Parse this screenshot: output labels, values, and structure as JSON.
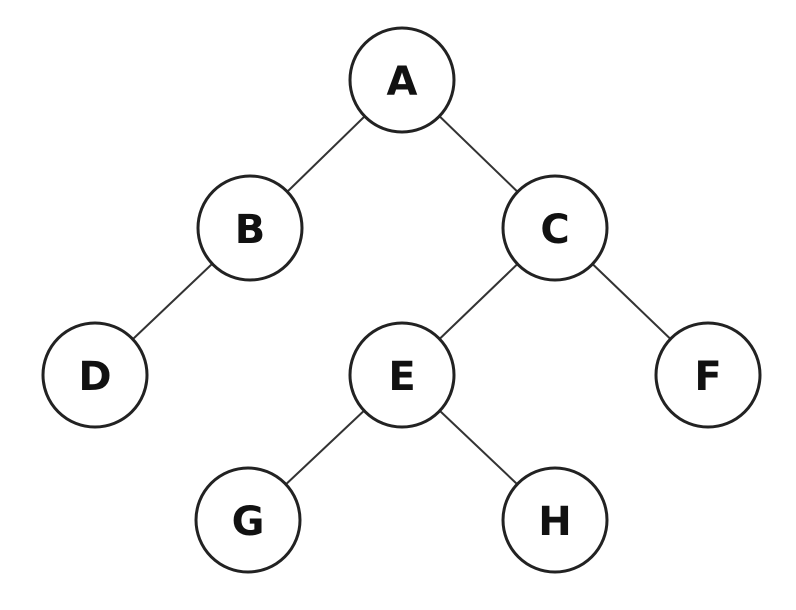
{
  "tree": {
    "nodes": [
      {
        "id": "A",
        "label": "A"
      },
      {
        "id": "B",
        "label": "B"
      },
      {
        "id": "C",
        "label": "C"
      },
      {
        "id": "D",
        "label": "D"
      },
      {
        "id": "E",
        "label": "E"
      },
      {
        "id": "F",
        "label": "F"
      },
      {
        "id": "G",
        "label": "G"
      },
      {
        "id": "H",
        "label": "H"
      }
    ],
    "edges": [
      {
        "from": "A",
        "to": "B"
      },
      {
        "from": "A",
        "to": "C"
      },
      {
        "from": "B",
        "to": "D"
      },
      {
        "from": "C",
        "to": "E"
      },
      {
        "from": "C",
        "to": "F"
      },
      {
        "from": "E",
        "to": "G"
      },
      {
        "from": "E",
        "to": "H"
      }
    ]
  }
}
